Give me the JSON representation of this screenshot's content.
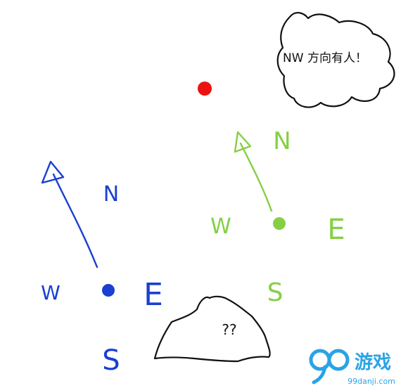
{
  "speech_bubble": {
    "text": "NW 方向有人！"
  },
  "question_bubble": {
    "text": "??"
  },
  "blue_compass": {
    "color": "#1a3fd1",
    "north": "N",
    "west": "W",
    "east": "E",
    "south": "S"
  },
  "green_compass": {
    "color": "#86cf45",
    "north": "N",
    "west": "W",
    "east": "E",
    "south": "S"
  },
  "red_dot": {
    "color": "#ee1111"
  },
  "watermark": {
    "logo_text": "游戏",
    "site_text": "99danji.com",
    "color": "#2aa3e6"
  }
}
